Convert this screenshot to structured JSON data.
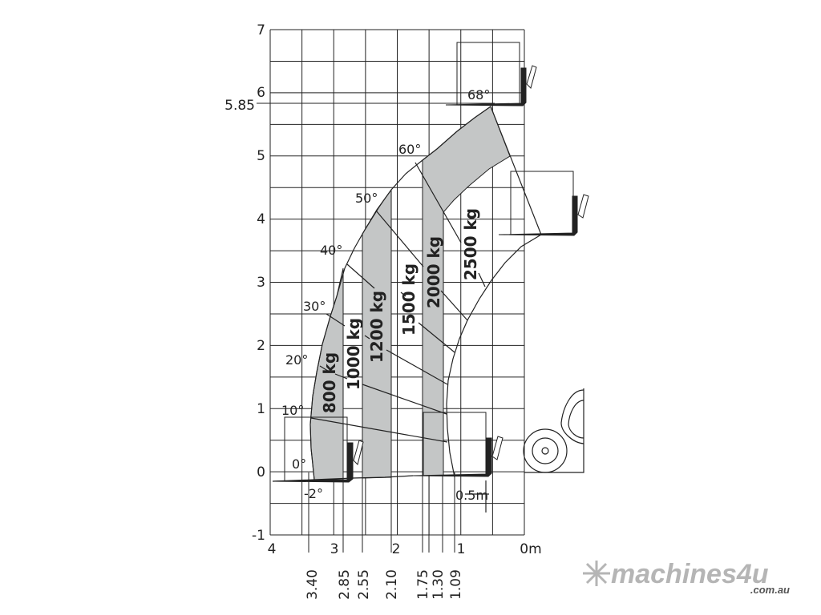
{
  "y_axis_labels": [
    "7",
    "6",
    "5.85",
    "5",
    "4",
    "3",
    "2",
    "1",
    "0",
    "-1"
  ],
  "x_axis_labels": [
    "4",
    "3",
    "2",
    "1",
    "0m"
  ],
  "reach_labels": [
    "3.40",
    "2.85",
    "2.55",
    "2.10",
    "1.75",
    "1.30",
    "1.09"
  ],
  "angle_labels": [
    "68°",
    "60°",
    "50°",
    "40°",
    "30°",
    "20°",
    "10°",
    "0°",
    "-2°"
  ],
  "load_labels": [
    "800 kg",
    "1000 kg",
    "1200 kg",
    "1500 kg",
    "2000 kg",
    "2500 kg"
  ],
  "scale_label": "0.5m",
  "logo": {
    "name": "machines4u",
    "domain": ".com.au"
  },
  "colors": {
    "band": "#c4c6c6",
    "line": "#222222",
    "logo": "#b5b5b5",
    "logo_accent": "#555555"
  }
}
